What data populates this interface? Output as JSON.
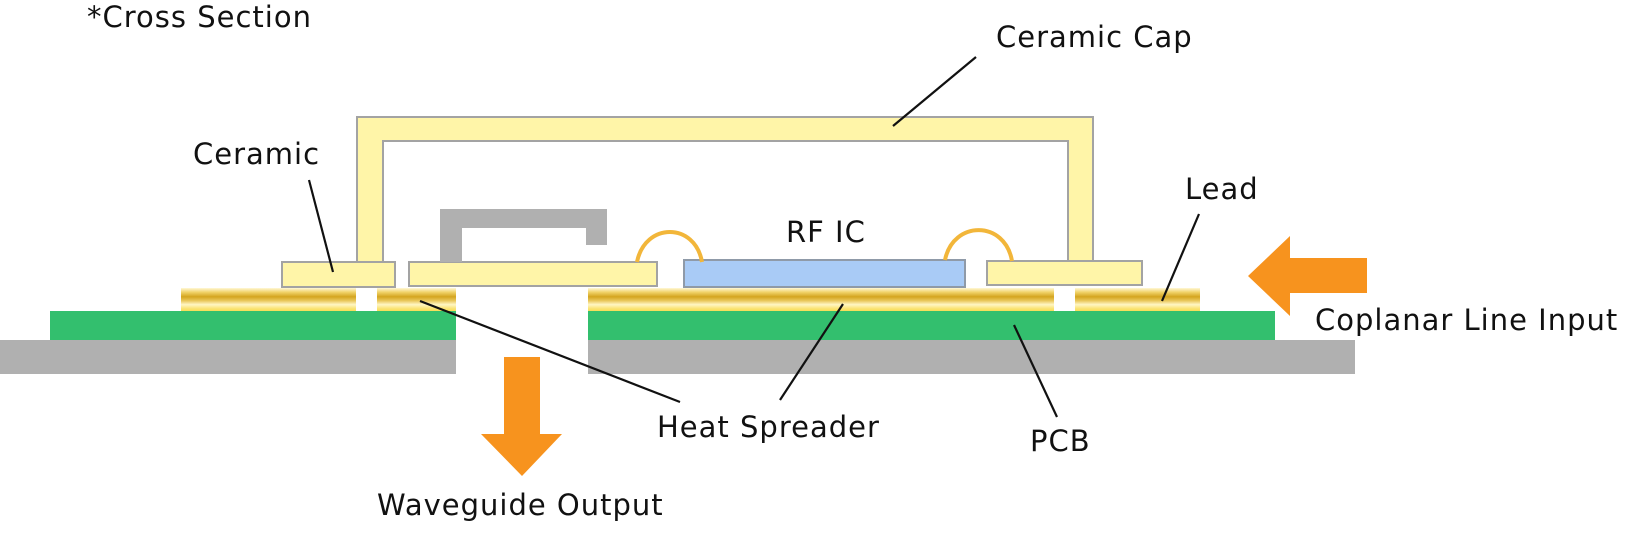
{
  "title": "*Cross Section",
  "colors": {
    "ceramic": "#fff5a8",
    "ceramic_border": "#a3a3a3",
    "pcb": "#33bf6e",
    "base": "#b0b0b0",
    "rf_ic": "#a9cbf6",
    "bracket": "#b0b0b0",
    "wire_bond": "#f2b63a",
    "arrow": "#f7931e",
    "gold_dark": "#d4a520",
    "gold_light": "#fff6c4"
  },
  "labels": {
    "ceramic_cap": "Ceramic Cap",
    "ceramic": "Ceramic",
    "rf_ic": "RF IC",
    "lead": "Lead",
    "coplanar_input": "Coplanar Line Input",
    "heat_spreader": "Heat Spreader",
    "pcb": "PCB",
    "waveguide_output": "Waveguide Output"
  }
}
